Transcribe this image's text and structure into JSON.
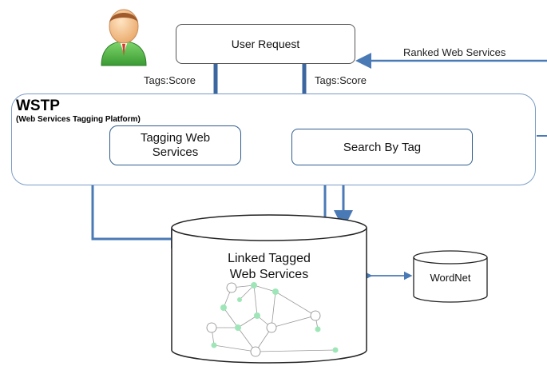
{
  "user_request": {
    "label": "User Request"
  },
  "ranked_output": {
    "label": "Ranked  Web Services"
  },
  "edge_labels": {
    "tags_score_left": "Tags:Score",
    "tags_score_right": "Tags:Score"
  },
  "wstp": {
    "title": "WSTP",
    "subtitle": "(Web Services Tagging Platform)",
    "tagging_box": {
      "line1": "Tagging Web",
      "line2": "Services"
    },
    "search_box": {
      "label": "Search By Tag"
    }
  },
  "database": {
    "line1": "Linked Tagged",
    "line2": "Web Services"
  },
  "wordnet": {
    "label": "WordNet"
  },
  "colors": {
    "arrow": "#4a7ab5",
    "border": "#2f5c8f",
    "graph_node": "#9ee6b8"
  }
}
